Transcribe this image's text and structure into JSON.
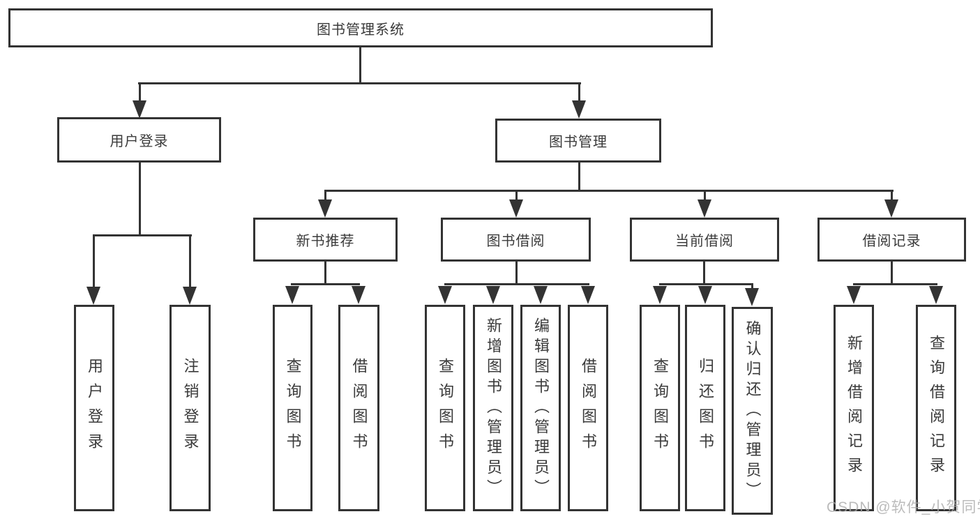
{
  "diagram": {
    "type": "hierarchy-tree",
    "tree": {
      "root": {
        "label": "图书管理系统"
      },
      "branches": [
        {
          "label": "用户登录",
          "children": [
            {
              "label": "用户登录"
            },
            {
              "label": "注销登录"
            }
          ]
        },
        {
          "label": "图书管理",
          "sections": [
            {
              "label": "新书推荐",
              "children": [
                {
                  "label": "查询图书"
                },
                {
                  "label": "借阅图书"
                }
              ]
            },
            {
              "label": "图书借阅",
              "children": [
                {
                  "label": "查询图书"
                },
                {
                  "label": "新增图书（管理员）"
                },
                {
                  "label": "编辑图书（管理员）"
                },
                {
                  "label": "借阅图书"
                }
              ]
            },
            {
              "label": "当前借阅",
              "children": [
                {
                  "label": "查询图书"
                },
                {
                  "label": "归还图书"
                },
                {
                  "label": "确认归还（管理员）"
                }
              ]
            },
            {
              "label": "借阅记录",
              "children": [
                {
                  "label": "新增借阅记录"
                },
                {
                  "label": "查询借阅记录"
                }
              ]
            }
          ]
        }
      ]
    }
  },
  "watermark": "CSDN @软件_小贺同学",
  "colors": {
    "line": "#333333",
    "box_border": "#333333",
    "text": "#3a3a3a",
    "background": "#ffffff",
    "watermark": "#ababab"
  }
}
